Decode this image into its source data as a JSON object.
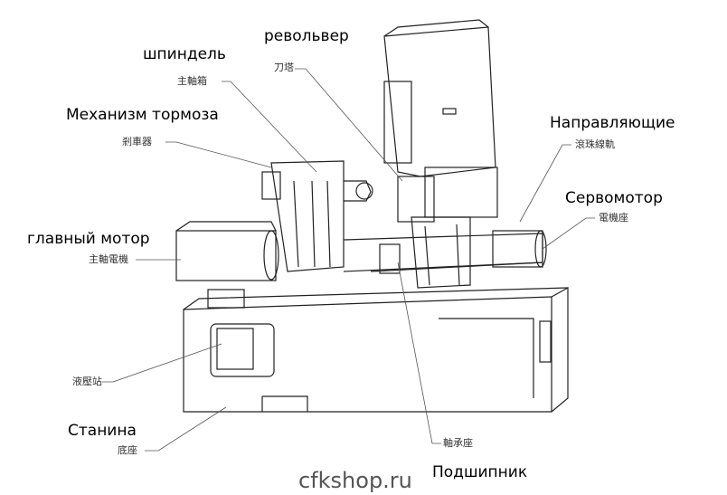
{
  "labels": {
    "turret": {
      "ru": "револьвер",
      "cn": "刀塔"
    },
    "spindle": {
      "ru": "шпиндель",
      "cn": "主軸箱"
    },
    "brake": {
      "ru": "Механизм тормоза",
      "cn": "剎車器"
    },
    "main_motor": {
      "ru": "главный мотор",
      "cn": "主軸電機"
    },
    "hydraulic": {
      "cn": "液壓站"
    },
    "bed": {
      "ru": "Станина",
      "cn": "底座"
    },
    "bearing": {
      "ru": "Подшипник",
      "cn": "軸承座"
    },
    "guides": {
      "ru": "Направляющие",
      "cn": "滾珠線軌"
    },
    "servo": {
      "ru": "Сервомотор",
      "cn": "電機座"
    }
  },
  "watermark": "cfkshop.ru"
}
